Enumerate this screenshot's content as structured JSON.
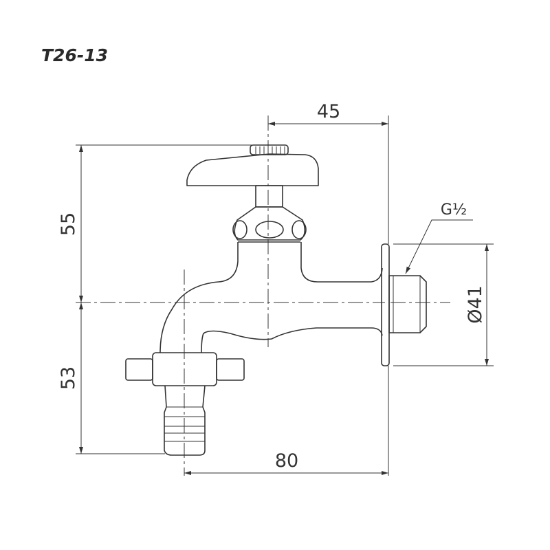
{
  "title": "T26-13",
  "dimensions": {
    "top_width": "45",
    "upper_height": "55",
    "lower_height": "53",
    "total_width": "80",
    "flange_diameter": "Ø41",
    "thread": "G½"
  }
}
